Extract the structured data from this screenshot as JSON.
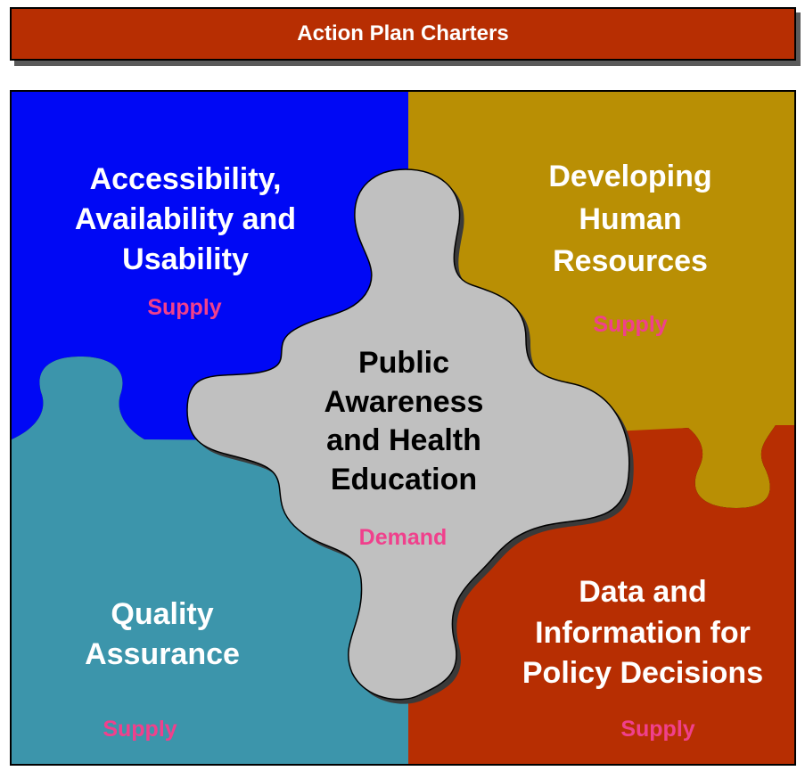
{
  "title": "Action Plan Charters",
  "colors": {
    "title_bar": "#b72e02",
    "blue_piece": "#0008f5",
    "gold_piece": "#b98f04",
    "teal_piece": "#3c95ab",
    "red_piece": "#b72e02",
    "center_piece": "#c0c0c0",
    "white_text": "#ffffff",
    "dark_text": "#000000",
    "supply_demand_text": "#f0408c"
  },
  "pieces": {
    "top_left": {
      "lines": [
        "Accessibility,",
        "Availability and",
        "Usability"
      ],
      "tag": "Supply"
    },
    "top_right": {
      "lines": [
        "Developing",
        "Human",
        "Resources"
      ],
      "tag": "Supply"
    },
    "center": {
      "lines": [
        "Public",
        "Awareness",
        "and Health",
        "Education"
      ],
      "tag": "Demand"
    },
    "bottom_left": {
      "lines": [
        "Quality",
        "Assurance"
      ],
      "tag": "Supply"
    },
    "bottom_right": {
      "lines": [
        "Data and",
        "Information for",
        "Policy Decisions"
      ],
      "tag": "Supply"
    }
  }
}
